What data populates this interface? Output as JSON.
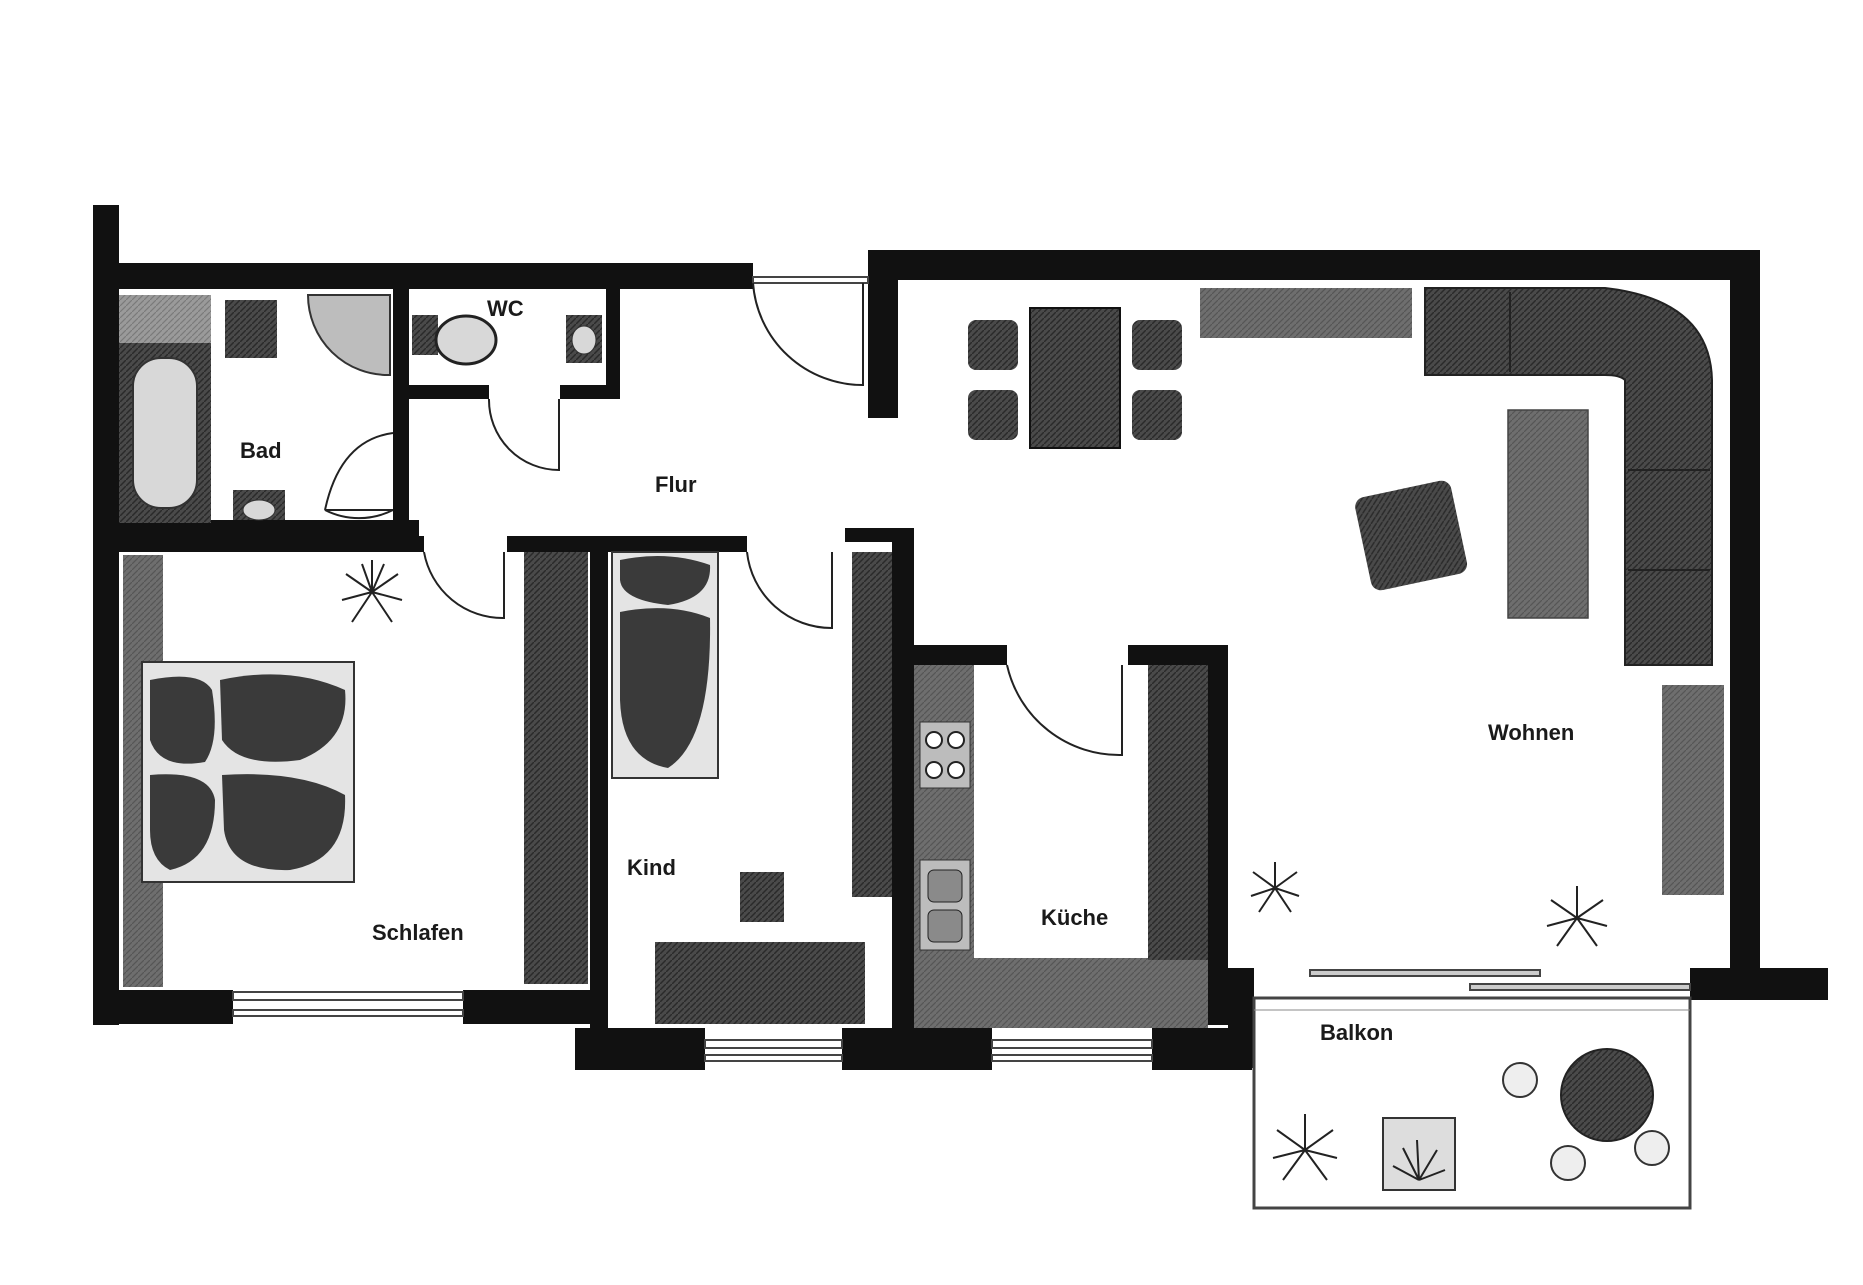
{
  "rooms": {
    "bad": "Bad",
    "wc": "WC",
    "flur": "Flur",
    "schlafen": "Schlafen",
    "kind": "Kind",
    "kueche": "Küche",
    "wohnen": "Wohnen",
    "balkon": "Balkon"
  },
  "colors": {
    "wall": "#111111",
    "furniture_dark": "#3a3a3a",
    "furniture_mid": "#6b6b6b",
    "furniture_light": "#a8a8a8",
    "background": "#ffffff"
  }
}
